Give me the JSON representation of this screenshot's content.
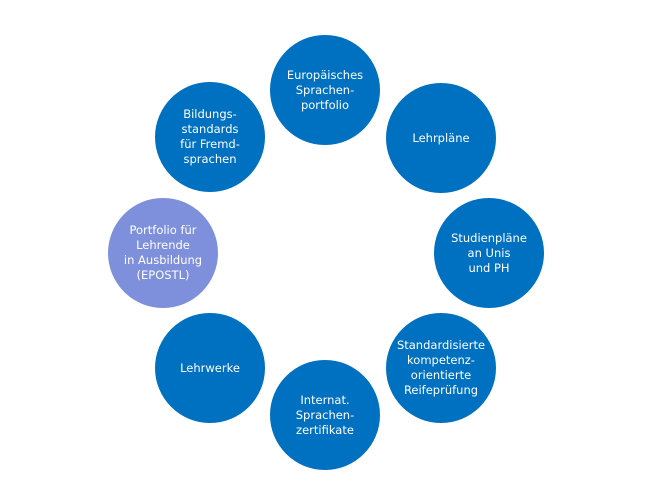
{
  "diagram": {
    "type": "circular-cluster",
    "colors": {
      "primary": "#0070C0",
      "highlight": "#7E8FDB",
      "text": "#FFFFFF"
    },
    "nodes": [
      {
        "label": "Europäisches\nSprachen-\nportfolio",
        "highlighted": false
      },
      {
        "label": "Lehrpläne",
        "highlighted": false
      },
      {
        "label": "Studienpläne\nan Unis\nund PH",
        "highlighted": false
      },
      {
        "label": "Standardisierte\nkompetenz-\norientierte\nReifeprüfung",
        "highlighted": false
      },
      {
        "label": "Internat.\nSprachen-\nzertifikate",
        "highlighted": false
      },
      {
        "label": "Lehrwerke",
        "highlighted": false
      },
      {
        "label": "Portfolio für\nLehrende\nin Ausbildung\n(EPOSTL)",
        "highlighted": true
      },
      {
        "label": "Bildungs-\nstandards\nfür Fremd-\nsprachen",
        "highlighted": false
      }
    ]
  }
}
